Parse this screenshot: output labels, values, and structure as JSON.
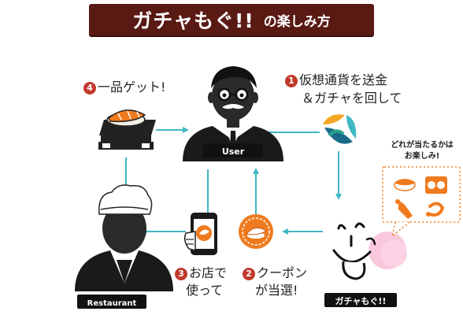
{
  "title": {
    "main": "ガチャもぐ!!",
    "sub": "の楽しみ方"
  },
  "nodes": {
    "user": "User",
    "restaurant": "Restaurant",
    "gacha": "ガチャもぐ!!"
  },
  "steps": {
    "step1": {
      "number": "1",
      "line1": "仮想通貨を送金",
      "line2": "＆ガチャを回して"
    },
    "step2": {
      "number": "2",
      "line1": "クーポン",
      "line2": "が当選!"
    },
    "step3": {
      "number": "3",
      "line1": "お店で",
      "line2": "使って"
    },
    "step4": {
      "number": "4",
      "line1": "一品ゲット!"
    }
  },
  "bubble": {
    "line1": "どれが当たるかは",
    "line2": "お楽しみ!"
  },
  "colors": {
    "banner": "#5a1a14",
    "arrow": "#3fb8c4",
    "orange": "#f07b1e",
    "step_badge": "#c0392b",
    "gacha_cheek": "#f7b6d2"
  },
  "icons": [
    "sushi-tray-icon",
    "businessman-icon",
    "chef-icon",
    "phone-coupon-icon",
    "coupon-coin-icon",
    "crypto-coin-icon",
    "gacha-face-icon",
    "sushi-roll-icon",
    "maki-icon",
    "sauce-bottle-icon",
    "shrimp-icon"
  ]
}
